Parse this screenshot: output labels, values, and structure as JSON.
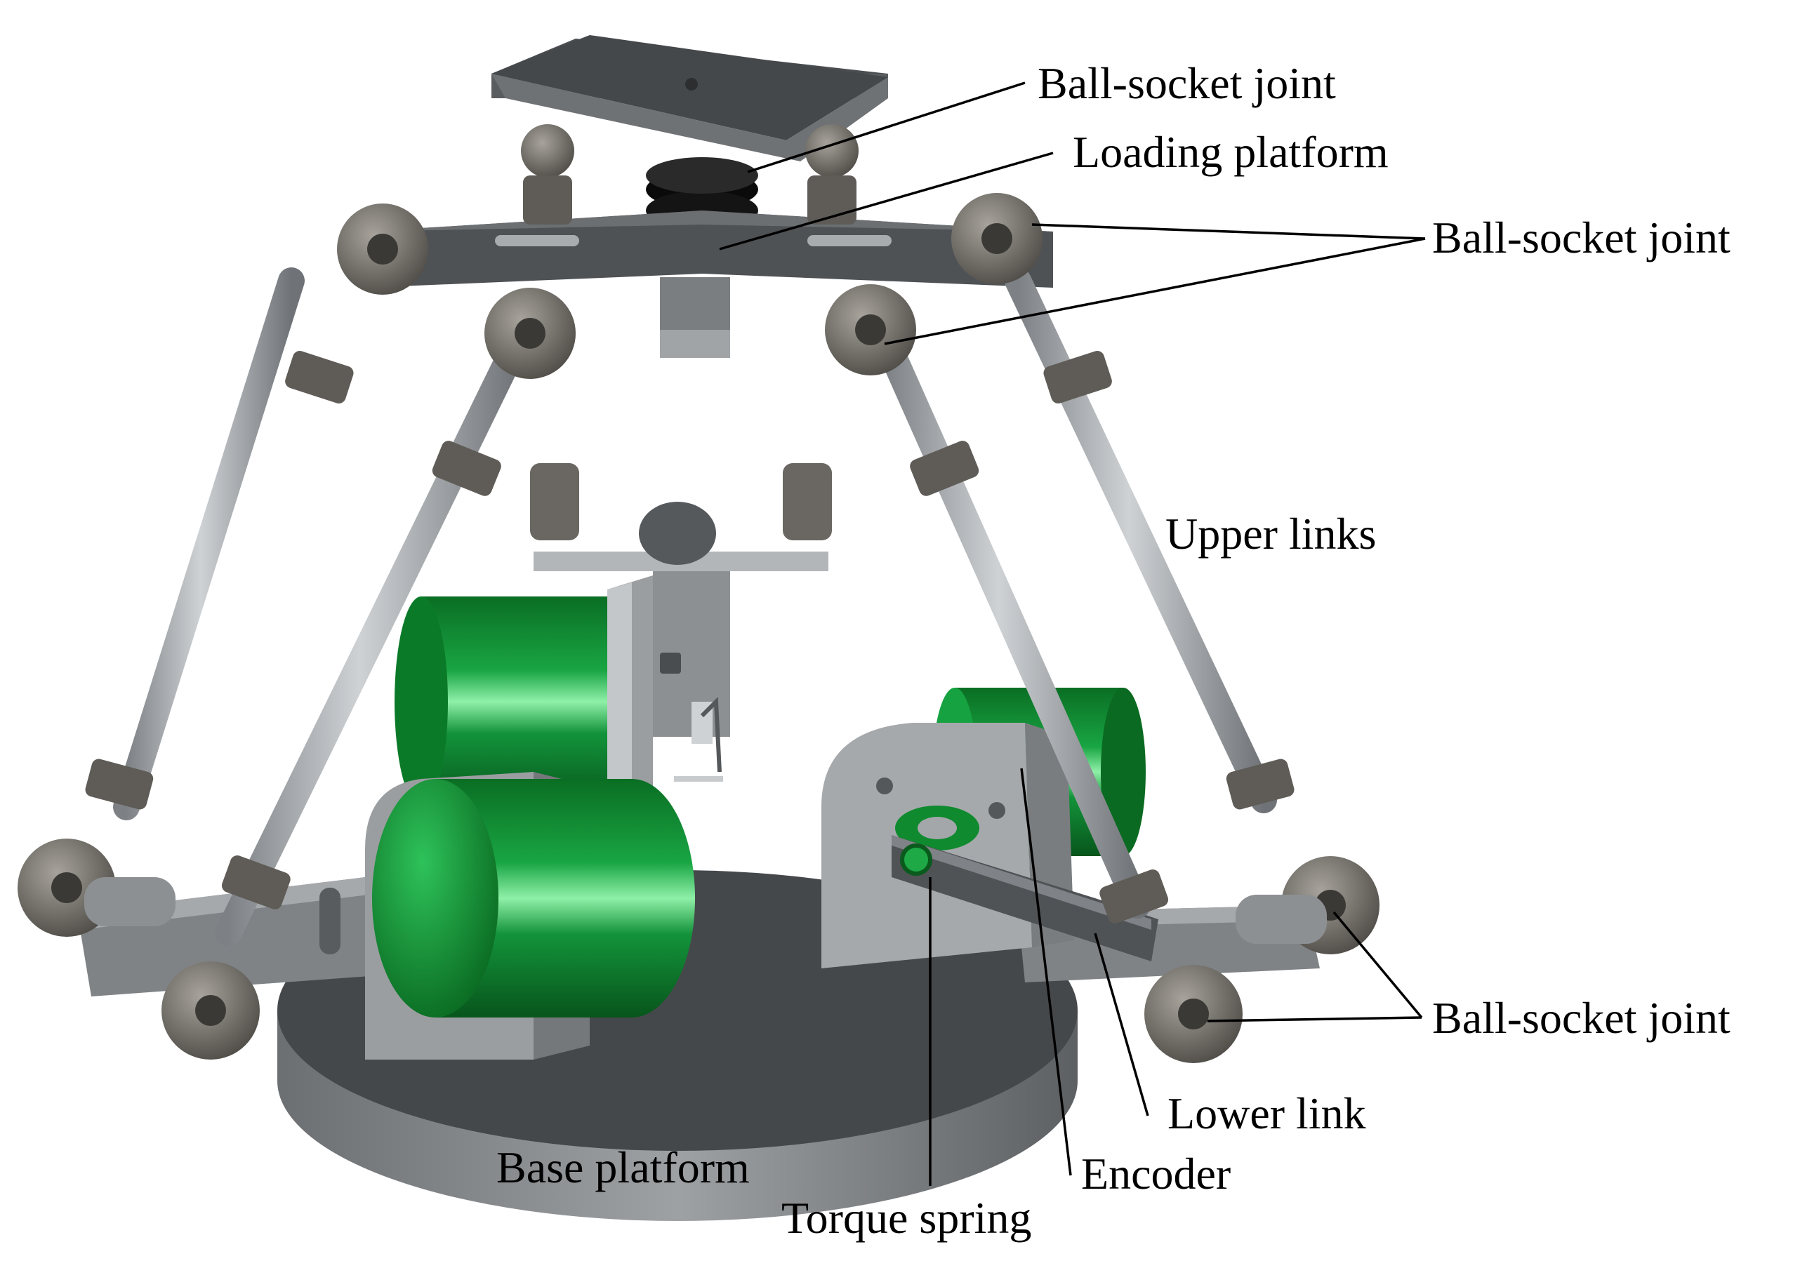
{
  "labels": {
    "ball_socket_top": "Ball-socket joint",
    "loading_platform": "Loading platform",
    "ball_socket_upper": "Ball-socket joint",
    "upper_links": "Upper links",
    "ball_socket_lower": "Ball-socket joint",
    "lower_link": "Lower link",
    "encoder": "Encoder",
    "torque_spring": "Torque spring",
    "base_platform": "Base platform"
  },
  "colors": {
    "dark_gray": "#4a4c4f",
    "mid_gray": "#8a8d90",
    "light_gray": "#b9bcbf",
    "joint_bronze_gray": "#6b6862",
    "motor_green": "#0e8a2e",
    "motor_highlight": "#7fe39a"
  }
}
